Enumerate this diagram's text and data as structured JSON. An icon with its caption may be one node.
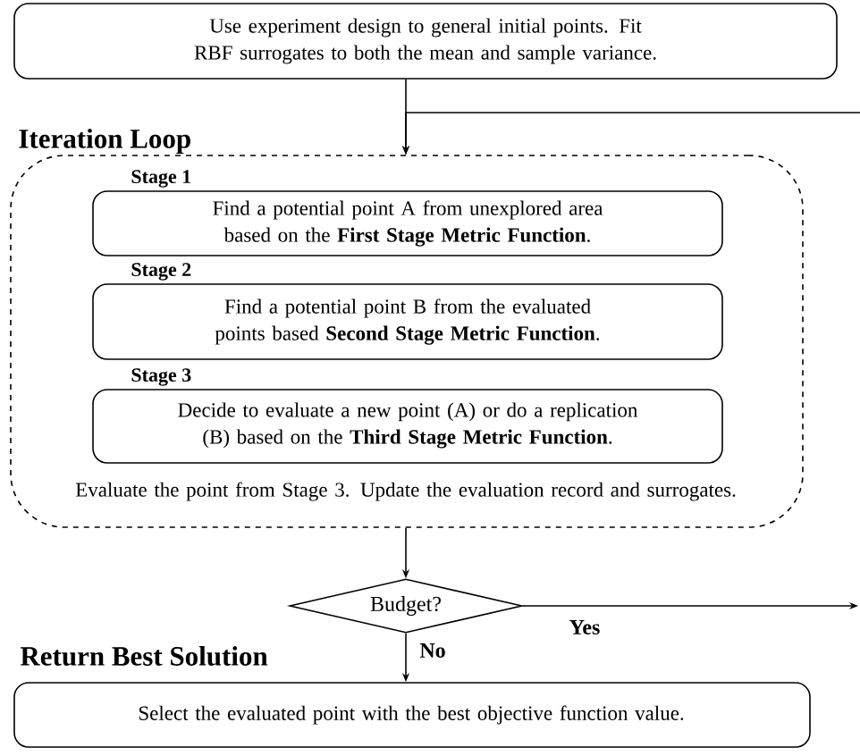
{
  "diagram": {
    "nodes": [
      {
        "text": [
          "Use experiment design to general initial points. Fit RBF surrogates to both the mean and sample variance."
        ]
      },
      {
        "text": [
          "Iteration Loop",
          "Evaluate the point from Stage 3. Update the evaluation record and surrogates."
        ]
      },
      {
        "text": [
          "Stage 1",
          "Find a potential point A from unexplored area based on the **First Stage Metric Function**."
        ],
        "in": 1
      },
      {
        "text": [
          "Stage 2",
          "Find a potential point B from the evaluated points based **Second Stage Metric Function**."
        ],
        "in": 1
      },
      {
        "text": [
          "Stage 3",
          "Decide to evaluate a new point (A) or do a replication (B) based on the **Third Stage Metric Function**."
        ],
        "in": 1
      },
      {
        "text": [
          "Budget?"
        ]
      },
      {
        "text": [
          "Return Best Solution",
          "Select the evaluated point with the best objective function value."
        ]
      }
    ],
    "edges": [
      {
        "from": 0,
        "to": 1,
        "arrow": "to"
      },
      {
        "from": null,
        "to": 1,
        "arrow": "to"
      },
      {
        "from": 1,
        "to": 5,
        "arrow": "to"
      },
      {
        "from": 5,
        "to": null,
        "arrow": "to",
        "label": "Yes"
      },
      {
        "from": 5,
        "to": 6,
        "arrow": "to",
        "label": "No"
      }
    ]
  }
}
